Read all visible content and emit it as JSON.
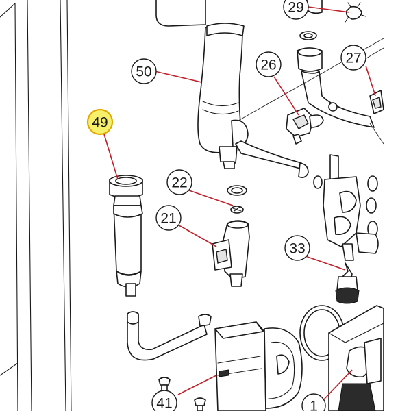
{
  "callouts": [
    {
      "id": "29",
      "label": "29",
      "highlight": false
    },
    {
      "id": "27",
      "label": "27",
      "highlight": false
    },
    {
      "id": "26",
      "label": "26",
      "highlight": false
    },
    {
      "id": "50",
      "label": "50",
      "highlight": false
    },
    {
      "id": "49",
      "label": "49",
      "highlight": true
    },
    {
      "id": "22",
      "label": "22",
      "highlight": false
    },
    {
      "id": "21",
      "label": "21",
      "highlight": false
    },
    {
      "id": "33",
      "label": "33",
      "highlight": false
    },
    {
      "id": "41",
      "label": "41",
      "highlight": false
    },
    {
      "id": "1",
      "label": "1",
      "highlight": false
    }
  ],
  "colors": {
    "leader_line": "#c0202a",
    "highlight_fill": "#f7f06a",
    "highlight_stroke": "#e0a800",
    "line_art": "#1a1a1a"
  }
}
